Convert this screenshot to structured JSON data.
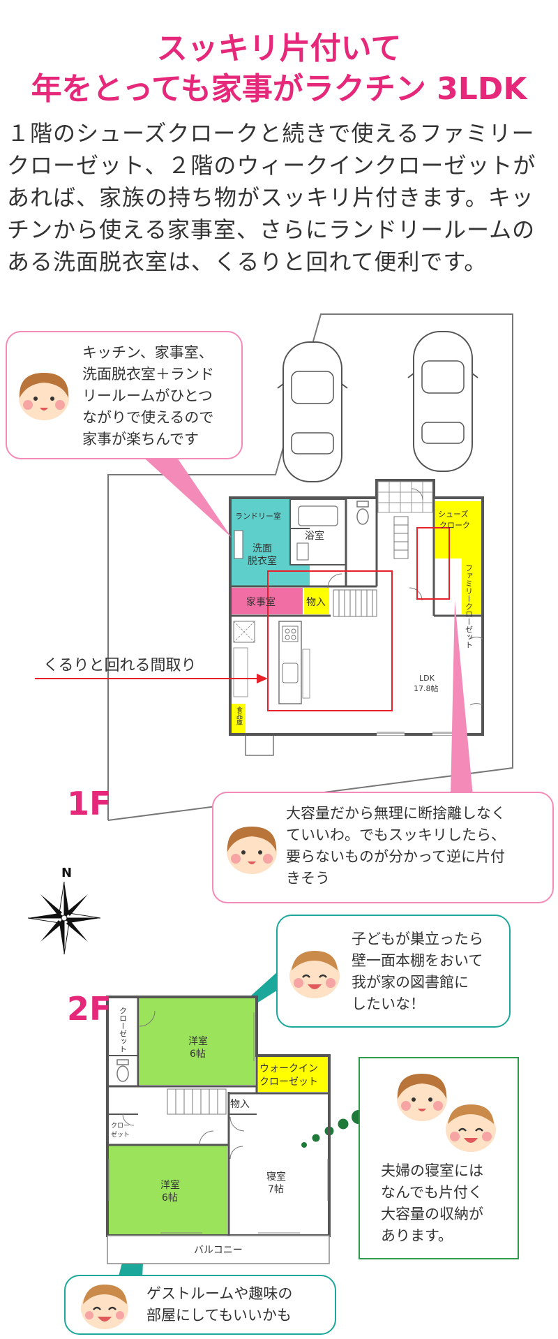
{
  "header": {
    "title_line1": "スッキリ片付いて",
    "title_line2": "年をとっても家事がラクチン 3LDK"
  },
  "intro": {
    "lines": [
      "１階のシューズクロークと続きで使えるファミリー",
      "クローゼット、２階のウィークインクローゼットが",
      "あれば、家族の持ち物がスッキリ片付きます。キッ",
      "チンから使える家事室、さらにランドリールームの",
      "ある洗面脱衣室は、くるりと回れて便利です。"
    ]
  },
  "floor1": {
    "label": "1F",
    "bubble_top": {
      "lines": [
        "キッチン、家事室、",
        "洗面脱衣室＋ランド",
        "リールームがひとつ",
        "ながりで使えるので",
        "家事が楽ちんです"
      ]
    },
    "bubble_bottom": {
      "lines": [
        "大容量だから無理に断捨離しなく",
        "ていいわ。でもスッキリしたら、",
        "要らないものが分かって逆に片付",
        "きそう"
      ]
    },
    "arrow_label": "くるりと回れる間取り",
    "rooms": {
      "laundry": "ランドリー室",
      "bath": "浴室",
      "washroom_line1": "洗面",
      "washroom_line2": "脱衣室",
      "housework": "家事室",
      "storage": "物入",
      "shoes_line1": "シューズ",
      "shoes_line2": "クローク",
      "family_closet": "ファミリークローゼット",
      "ldk_line1": "LDK",
      "ldk_line2": "17.8帖",
      "pantry": "食品庫"
    }
  },
  "compass": {
    "north": "N"
  },
  "floor2": {
    "label": "2F",
    "bubble_top": {
      "lines": [
        "子どもが巣立ったら",
        "壁一面本棚をおいて",
        "我が家の図書館に",
        "したいな！"
      ]
    },
    "bubble_right": {
      "lines": [
        "夫婦の寝室には",
        "なんでも片付く",
        "大容量の収納が",
        "あります。"
      ]
    },
    "bubble_bottom": {
      "lines": [
        "ゲストルームや趣味の",
        "部屋にしてもいいかも"
      ]
    },
    "rooms": {
      "western1_line1": "洋室",
      "western1_line2": "6帖",
      "western2_line1": "洋室",
      "western2_line2": "6帖",
      "bedroom_line1": "寝室",
      "bedroom_line2": "7帖",
      "walkin_line1": "ウォークイン",
      "walkin_line2": "クローゼット",
      "storage": "物入",
      "closet_small_line1": "クロー",
      "closet_small_line2": "ゼット",
      "closet_vertical": "クローゼット",
      "balcony": "バルコニー"
    }
  },
  "colors": {
    "accent_pink": "#e6287a",
    "bubble_pink": "#f48ab8",
    "teal": "#1ba79a",
    "laundry_teal": "#5ecfcb",
    "housework_pink": "#f06ea3",
    "closet_yellow": "#ffff00",
    "room_green": "#9be35a",
    "arrow_red": "#e8202a"
  }
}
